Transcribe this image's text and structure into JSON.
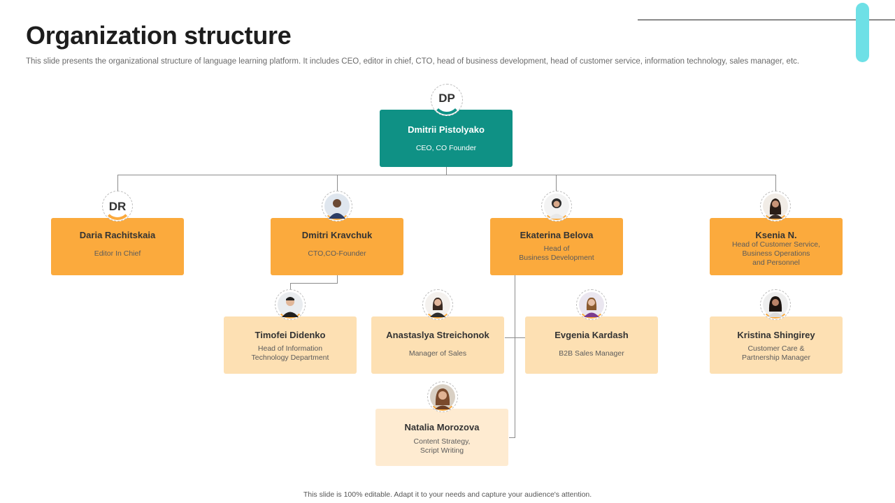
{
  "header": {
    "title": "Organization structure",
    "subtitle": "This slide presents the organizational structure of language learning platform. It includes CEO, editor in chief, CTO,  head of  business development, head of customer service, information technology, sales manager, etc."
  },
  "footer": {
    "text": "This slide is 100% editable.  Adapt it to your needs and capture your audience's attention."
  },
  "colors": {
    "ceo": "#0f9185",
    "level1": "#fbaa3d",
    "level2": "#fde0b3",
    "level3": "#feebd1",
    "accent": "#6ee0e6"
  },
  "org": {
    "ceo": {
      "initials": "DP",
      "name": "Dmitrii Pistolyako",
      "role": "CEO,  CO Founder"
    },
    "editor": {
      "initials": "DR",
      "name": "Daria Rachitskaia",
      "role": "Editor In Chief"
    },
    "cto": {
      "name": "Dmitri Kravchuk",
      "role": "CTO,CO-Founder"
    },
    "bizdev": {
      "name": "Ekaterina Belova",
      "role_line1": "Head of",
      "role_line2": "Business Development"
    },
    "customer": {
      "name": "Ksenia N.",
      "role_line1": "Head of Customer Service,",
      "role_line2": "Business Operations",
      "role_line3": "and Personnel"
    },
    "it": {
      "name": "Timofei Didenko",
      "role_line1": "Head of Information",
      "role_line2": "Technology Department"
    },
    "sales": {
      "name": "Anastaslya  Streichonok",
      "role": "Manager of Sales"
    },
    "b2b": {
      "name": "Evgenia Kardash",
      "role": "B2B Sales Manager"
    },
    "care": {
      "name": "Kristina  Shingirey",
      "role_line1": "Customer Care &",
      "role_line2": "Partnership Manager"
    },
    "content": {
      "name": "Natalia Morozova",
      "role_line1": "Content Strategy,",
      "role_line2": "Script Writing"
    }
  }
}
